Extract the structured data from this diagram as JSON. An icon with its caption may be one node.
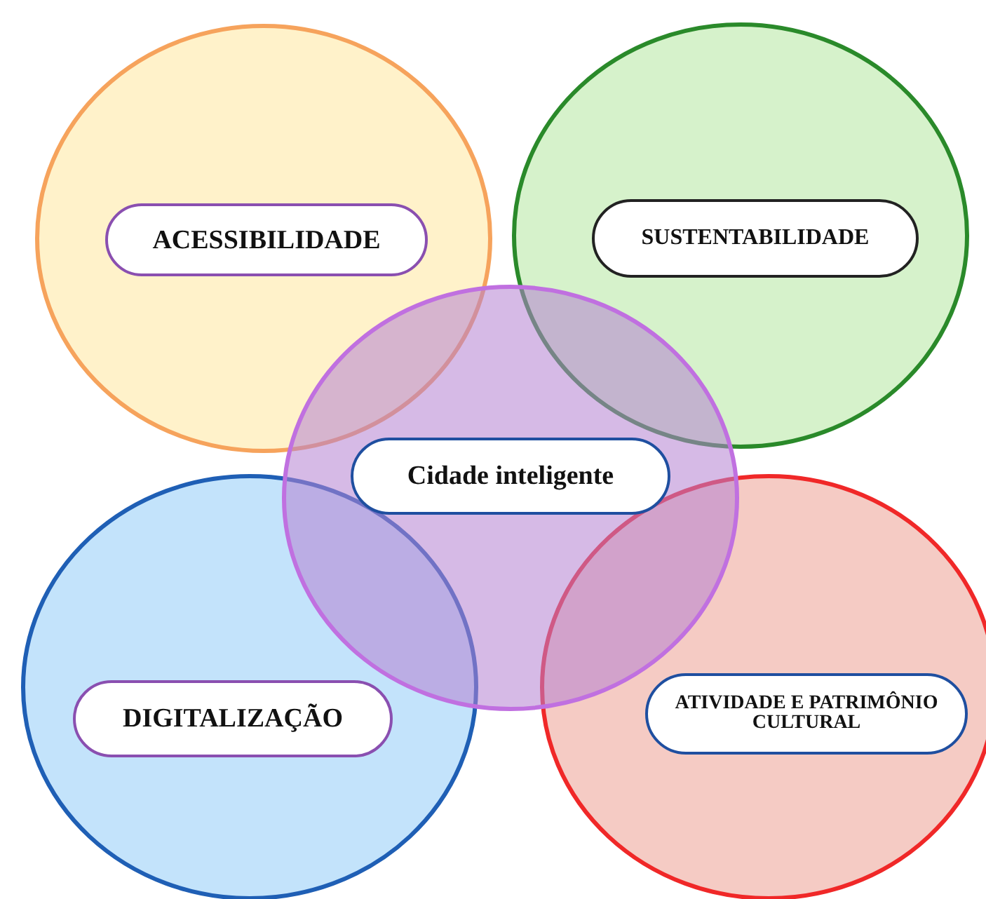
{
  "diagram": {
    "nodes": [
      {
        "text": [],
        "shape": "circle"
      },
      {
        "text": [
          "ACESSIBILIDADE"
        ],
        "in": 0
      },
      {
        "text": [],
        "shape": "circle"
      },
      {
        "text": [
          "SUSTENTABILIDADE"
        ],
        "in": 2
      },
      {
        "text": [],
        "shape": "circle"
      },
      {
        "text": [
          "Cidade inteligente"
        ],
        "in": 4
      },
      {
        "text": [],
        "shape": "circle"
      },
      {
        "text": [
          "DIGITALIZAÇÃO"
        ],
        "in": 6
      },
      {
        "text": [],
        "shape": "circle"
      },
      {
        "text": [
          "ATIVIDADE E PATRIMÔNIO CULTURAL"
        ],
        "in": 8
      }
    ]
  }
}
